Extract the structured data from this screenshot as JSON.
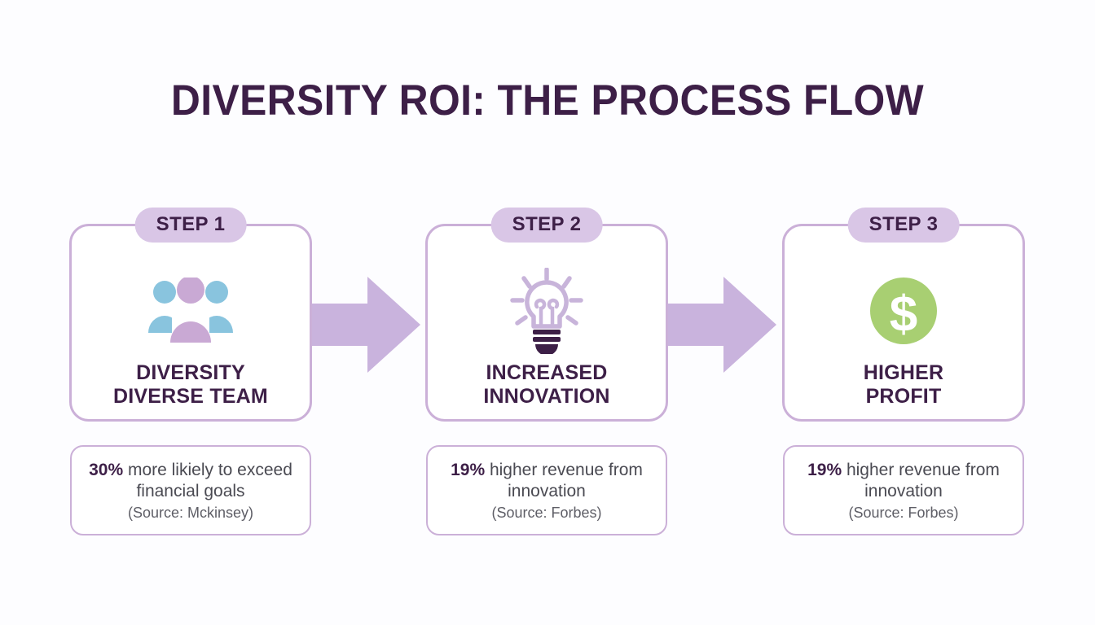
{
  "title": "DIVERSITY ROI: THE PROCESS FLOW",
  "colors": {
    "background": "#fdfdff",
    "title_text": "#3d1f47",
    "card_border": "#cbb0d8",
    "pill_background": "#d9c6e6",
    "arrow": "#c9b3dd",
    "icon_purple": "#c9a9d4",
    "icon_blue": "#89c4de",
    "icon_green": "#a8cf72",
    "bulb_outline": "#c8b4da",
    "bulb_base": "#3d1f47",
    "stat_text": "#4a4a52"
  },
  "steps": [
    {
      "pill": "STEP 1",
      "icon": "people-group-icon",
      "label_line1": "DIVERSITY",
      "label_line2": "DIVERSE TEAM",
      "stat": {
        "value": "30%",
        "text": " more likiely to exceed financial goals",
        "source": "(Source: Mckinsey)"
      }
    },
    {
      "pill": "STEP 2",
      "icon": "lightbulb-icon",
      "label_line1": "INCREASED",
      "label_line2": "INNOVATION",
      "stat": {
        "value": "19%",
        "text": " higher revenue from innovation",
        "source": "(Source: Forbes)"
      }
    },
    {
      "pill": "STEP 3",
      "icon": "dollar-circle-icon",
      "label_line1": "HIGHER",
      "label_line2": "PROFIT",
      "stat": {
        "value": "19%",
        "text": " higher revenue from innovation",
        "source": "(Source: Forbes)"
      }
    }
  ],
  "arrows": [
    {
      "name": "arrow-step1-to-step2"
    },
    {
      "name": "arrow-step2-to-step3"
    }
  ]
}
